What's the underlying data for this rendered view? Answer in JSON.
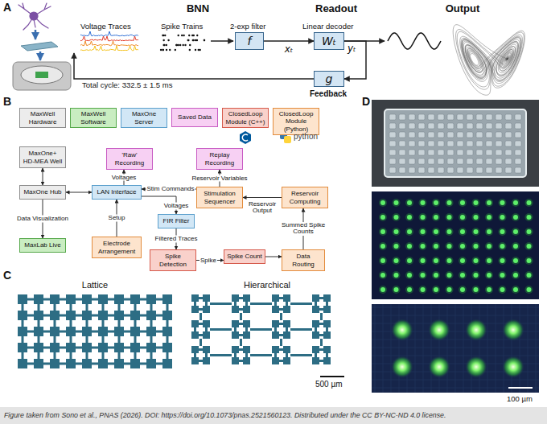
{
  "diagram": {
    "caption": "Figure taken from Sono et al., PNAS (2026). DOI: https://doi.org/10.1073/pnas.2521560123. Distributed under the CC BY-NC-ND 4.0 license.",
    "nodes": [
      {
        "text": [
          "f"
        ]
      },
      {
        "text": [
          "Wₜ"
        ]
      },
      {
        "text": [
          "g"
        ]
      },
      {
        "text": [
          "MaxOne+ HD-MEA Well"
        ]
      },
      {
        "text": [
          "MaxOne Hub"
        ]
      },
      {
        "text": [
          "MaxLab Live"
        ]
      },
      {
        "text": [
          "'Raw' Recording"
        ]
      },
      {
        "text": [
          "LAN Interface"
        ]
      },
      {
        "text": [
          "Electrode Arrangement"
        ]
      },
      {
        "text": [
          "FIR Filter"
        ]
      },
      {
        "text": [
          "Spike Detection"
        ]
      },
      {
        "text": [
          "Replay Recording"
        ]
      },
      {
        "text": [
          "Stimulation Sequencer"
        ]
      },
      {
        "text": [
          "Reservoir Computing"
        ]
      },
      {
        "text": [
          "Spike Count"
        ]
      },
      {
        "text": [
          "Data Routing"
        ]
      }
    ],
    "edges": [
      {
        "from": 0,
        "to": 1,
        "arrow": "to",
        "label": "xₜ"
      },
      {
        "from": 1,
        "to": 2,
        "arrow": "to"
      },
      {
        "from": 3,
        "to": 4,
        "arrow": "both"
      },
      {
        "from": 4,
        "to": 7,
        "arrow": "both"
      },
      {
        "from": 4,
        "to": 5,
        "arrow": "to",
        "label": "Data Visualization"
      },
      {
        "from": 7,
        "to": 6,
        "arrow": "to",
        "label": "Voltages"
      },
      {
        "from": 8,
        "to": 7,
        "arrow": "to",
        "label": "Setup"
      },
      {
        "from": 7,
        "to": 9,
        "arrow": "to",
        "label": "Voltages"
      },
      {
        "from": 9,
        "to": 10,
        "arrow": "to",
        "label": "Filtered Traces"
      },
      {
        "from": 10,
        "to": 14,
        "arrow": "to",
        "label": "Spike"
      },
      {
        "from": 14,
        "to": 15,
        "arrow": "to"
      },
      {
        "from": 15,
        "to": 13,
        "arrow": "to",
        "label": "Summed Spike Counts"
      },
      {
        "from": 13,
        "to": 12,
        "arrow": "to",
        "label": "Reservoir Output"
      },
      {
        "from": 12,
        "to": 11,
        "arrow": "to",
        "label": "Reservoir Variables"
      },
      {
        "from": 12,
        "to": 7,
        "arrow": "to",
        "label": "Stim Commands"
      }
    ],
    "labels": [
      "A",
      "BNN",
      "Readout",
      "Output",
      "Voltage Traces",
      "Spike Trains",
      "2-exp filter",
      "Linear decoder",
      "yₜ",
      "Total cycle: 332.5 ± 1.5 ms",
      "Feedback",
      "B",
      "python",
      "C",
      "Lattice",
      "Hierarchical",
      "500 µm",
      "D",
      "100 µm"
    ],
    "legend": [
      {
        "text": "MaxWell Hardware",
        "color": "#ececec"
      },
      {
        "text": "MaxWell Software",
        "color": "#c9edc1"
      },
      {
        "text": "MaxOne Server",
        "color": "#d2e7f6"
      },
      {
        "text": "Saved Data",
        "color": "#f7d0f3"
      },
      {
        "text": "ClosedLoop Module (C++)",
        "color": "#f9d1cb"
      },
      {
        "text": "ClosedLoop Module (Python)",
        "color": "#fde4cd"
      }
    ]
  }
}
